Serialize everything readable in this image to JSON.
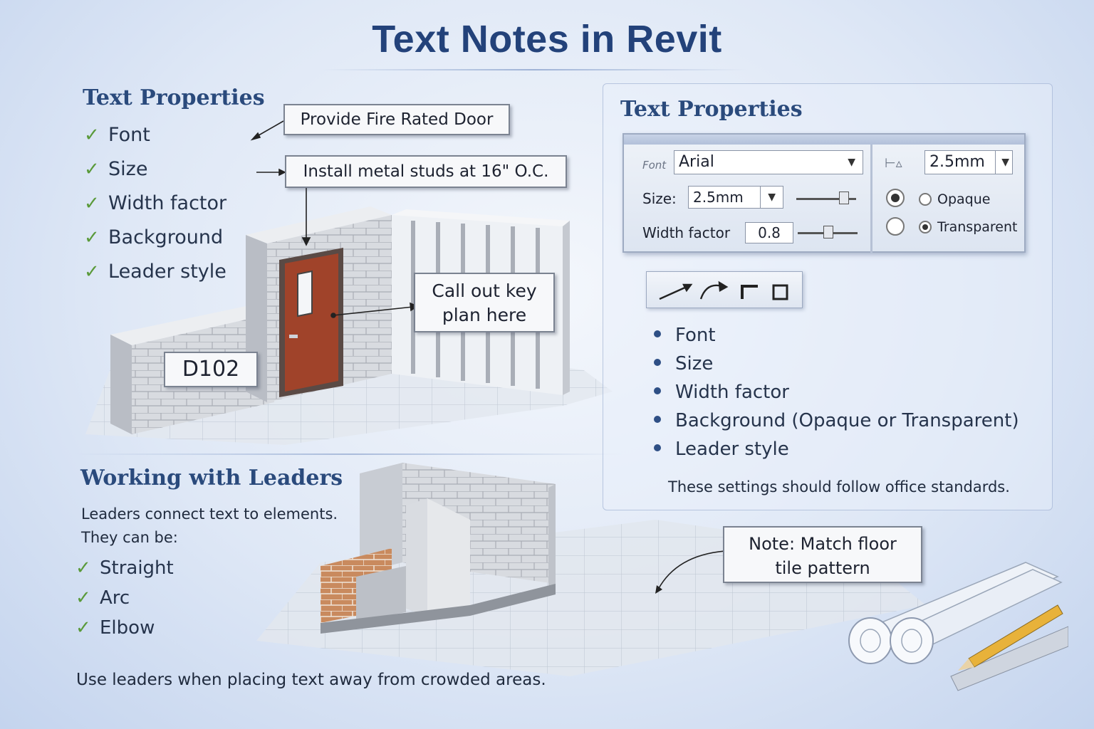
{
  "title": "Text Notes in Revit",
  "left_section": {
    "heading": "Text Properties",
    "items": [
      "Font",
      "Size",
      "Width factor",
      "Background",
      "Leader style"
    ]
  },
  "callouts": {
    "fire_door": "Provide Fire Rated Door",
    "metal_studs": "Install metal studs at 16\" O.C.",
    "key_plan_line1": "Call out key",
    "key_plan_line2": "plan here",
    "door_tag": "D102",
    "floor_note_line1": "Note: Match floor",
    "floor_note_line2": "tile pattern"
  },
  "right_panel": {
    "heading": "Text Properties",
    "dialog": {
      "font_icon_label": "Font",
      "font_value": "Arial",
      "size_label": "Size:",
      "size_value": "2.5mm",
      "width_factor_label": "Width factor",
      "width_factor_value": "0.8",
      "tab_size_value": "2.5mm",
      "opaque_label": "Opaque",
      "transparent_label": "Transparent",
      "selected_background": "Transparent"
    },
    "leader_icons": [
      "straight-arrow-icon",
      "arc-arrow-icon",
      "elbow-icon",
      "box-icon"
    ],
    "bullets": [
      "Font",
      "Size",
      "Width factor",
      "Background (Opaque or Transparent)",
      "Leader style"
    ],
    "footnote": "These settings should follow office standards."
  },
  "leaders_section": {
    "heading": "Working with Leaders",
    "intro_line1": "Leaders connect text to elements.",
    "intro_line2": "They can be:",
    "items": [
      "Straight",
      "Arc",
      "Elbow"
    ],
    "tip": "Use leaders when placing text away from crowded areas."
  },
  "colors": {
    "title": "#23427a",
    "heading": "#2a4a7c",
    "check": "#5a9a3a",
    "door": "#a0432a",
    "bullet": "#2e4f85"
  }
}
